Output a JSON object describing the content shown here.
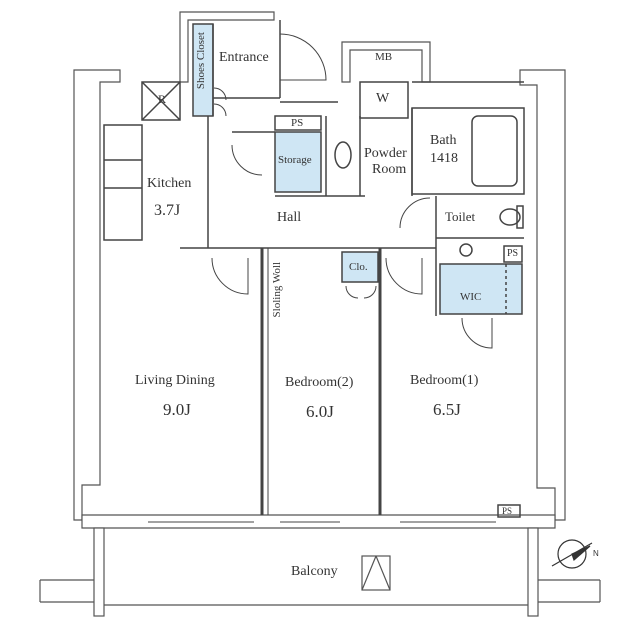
{
  "rooms": {
    "entrance": "Entrance",
    "shoes_closet": "Shoes Closet",
    "mb": "MB",
    "w": "W",
    "ps_top": "PS",
    "storage": "Storage",
    "powder_room_1": "Powder",
    "powder_room_2": "Room",
    "bath_1": "Bath",
    "bath_2": "1418",
    "kitchen": "Kitchen",
    "kitchen_size": "3.7J",
    "hall": "Hall",
    "toilet": "Toilet",
    "ps_mid": "PS",
    "clo": "Clo.",
    "wic": "WIC",
    "sliding_wall": "Sloling Woll",
    "living_dining": "Living Dining",
    "living_dining_size": "9.0J",
    "bedroom2": "Bedroom(2)",
    "bedroom2_size": "6.0J",
    "bedroom1": "Bedroom(1)",
    "bedroom1_size": "6.5J",
    "ps_bottom": "PS",
    "balcony": "Balcony",
    "refrigerator": "R"
  },
  "compass": {
    "north_label": "N"
  },
  "colors": {
    "wall": "#7a7a7a",
    "line": "#444444",
    "storage_fill": "#cfe6f4"
  }
}
